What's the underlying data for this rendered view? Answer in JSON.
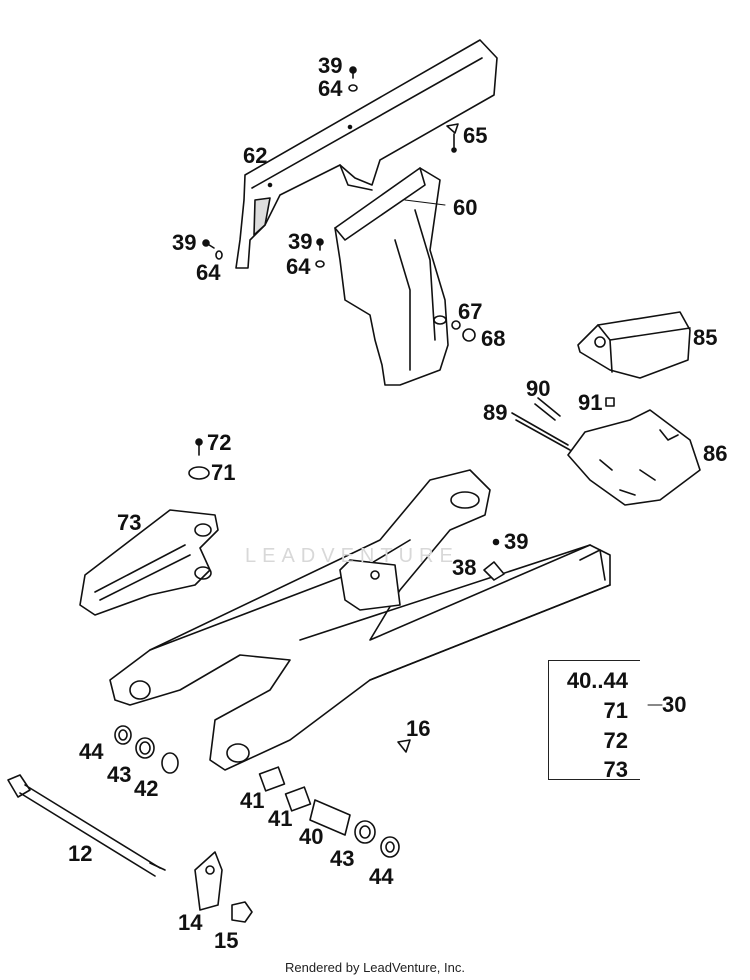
{
  "callouts": {
    "c39a": "39",
    "c64a": "64",
    "c65": "65",
    "c62": "62",
    "c60": "60",
    "c39b": "39",
    "c64b": "64",
    "c39c": "39",
    "c64c": "64",
    "c67": "67",
    "c68": "68",
    "c85": "85",
    "c90": "90",
    "c91": "91",
    "c89": "89",
    "c86": "86",
    "c72": "72",
    "c71": "71",
    "c73": "73",
    "c39d": "39",
    "c38": "38",
    "c16": "16",
    "c44a": "44",
    "c43a": "43",
    "c42": "42",
    "c41a": "41",
    "c41b": "41",
    "c40": "40",
    "c43b": "43",
    "c44b": "44",
    "c12": "12",
    "c14": "14",
    "c15": "15",
    "c30": "30"
  },
  "legend": {
    "rows": [
      "40..44",
      "71",
      "72",
      "73"
    ],
    "group": "30"
  },
  "watermark": "LEADVENTURE",
  "footer": "Rendered by LeadVenture, Inc."
}
